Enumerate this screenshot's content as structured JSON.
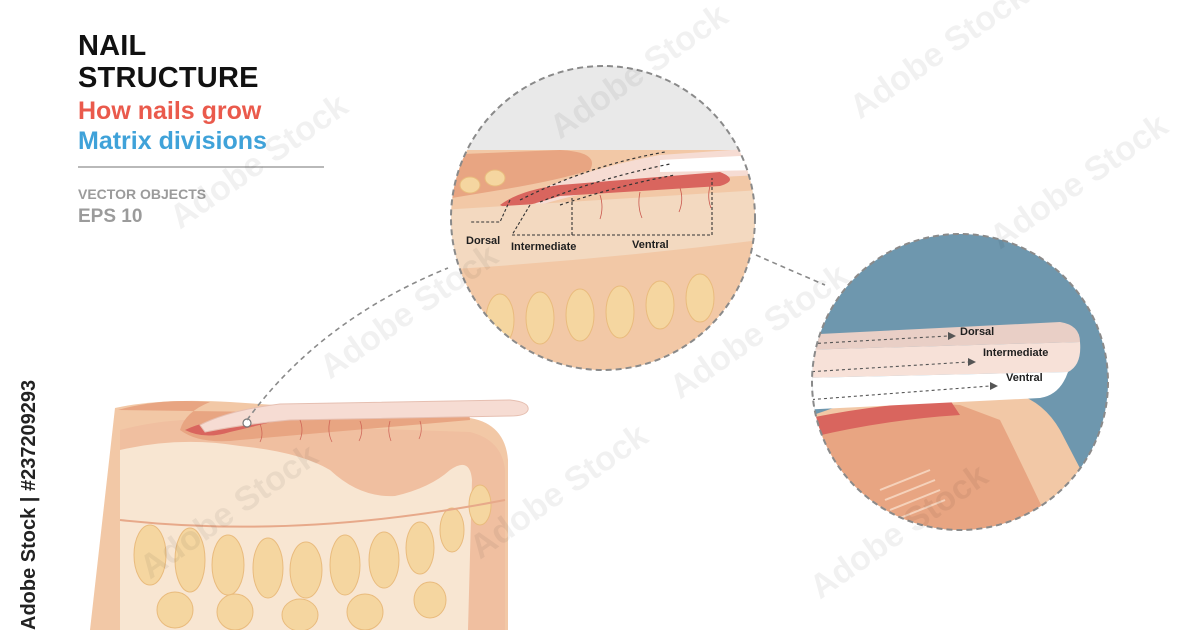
{
  "header": {
    "title": "NAIL STRUCTURE",
    "subtitle_growth": "How nails grow",
    "subtitle_matrix": "Matrix divisions",
    "meta_line1": "VECTOR OBJECTS",
    "meta_line2": "EPS 10"
  },
  "matrix_zoom": {
    "labels": {
      "dorsal": "Dorsal",
      "intermediate": "Intermediate",
      "ventral": "Ventral"
    }
  },
  "plate_zoom": {
    "labels": {
      "dorsal": "Dorsal",
      "intermediate": "Intermediate",
      "ventral": "Ventral"
    }
  },
  "watermark": {
    "text": "Adobe Stock",
    "side_credit": "Adobe Stock | #237209293"
  },
  "colors": {
    "skin": "#f2c8a6",
    "skin_dark": "#e8a582",
    "bone": "#f3dfc0",
    "fat": "#f5d6a0",
    "nail": "#f6dcd3",
    "matrix": "#d9655e",
    "background_zoom": "#6e97ae",
    "title_red": "#ea5a4c",
    "title_blue": "#3fa2d9"
  }
}
